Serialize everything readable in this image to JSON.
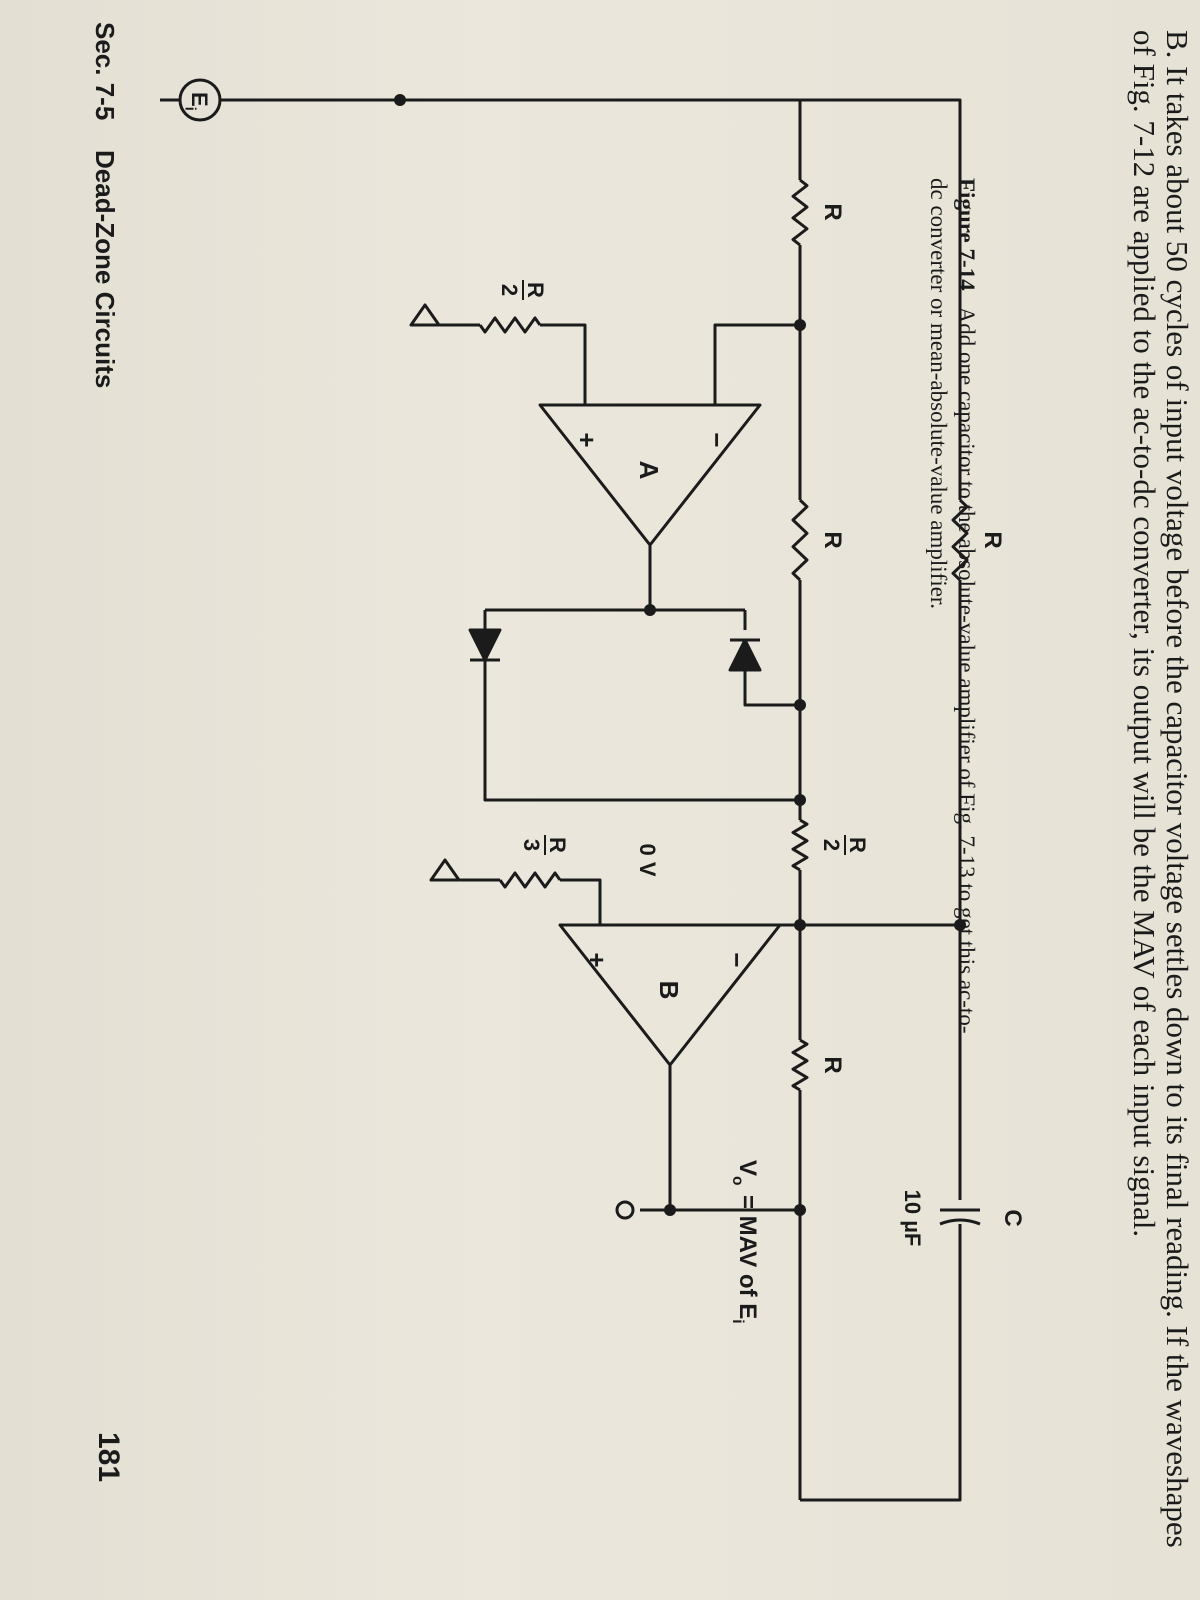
{
  "header": {
    "section": "Sec. 7-5",
    "title": "Dead-Zone Circuits",
    "page_number": "181"
  },
  "circuit": {
    "input_label": "E",
    "input_subscript": "i",
    "resistors": {
      "feedback_top": "R",
      "input": "R",
      "a_feedback": "R",
      "mid_num": "R",
      "mid_den": "2",
      "b_feedback": "R",
      "a_ground_num": "R",
      "a_ground_den": "2",
      "b_ground_num": "R",
      "b_ground_den": "3"
    },
    "capacitor": {
      "name": "C",
      "value": "10 µF"
    },
    "opamps": {
      "a": "A",
      "b": "B",
      "minus": "−",
      "plus": "+"
    },
    "virtual_ground": "0 V",
    "output_label": "V",
    "output_subscript": "o",
    "output_rest": " = MAV of E",
    "output_rest_subscript": "i"
  },
  "caption": {
    "figure": "Figure 7-14",
    "text": "Add one capacitor to the absolute-value amplifier of Fig. 7-13 to get this ac-to-dc converter or mean-absolute-value amplifier."
  },
  "body": {
    "text": "B. It takes about 50 cycles of input voltage before the capacitor voltage settles down to its final reading. If the waveshapes of Fig. 7-12 are applied to the ac-to-dc converter, its output will be the MAV of each input signal."
  }
}
